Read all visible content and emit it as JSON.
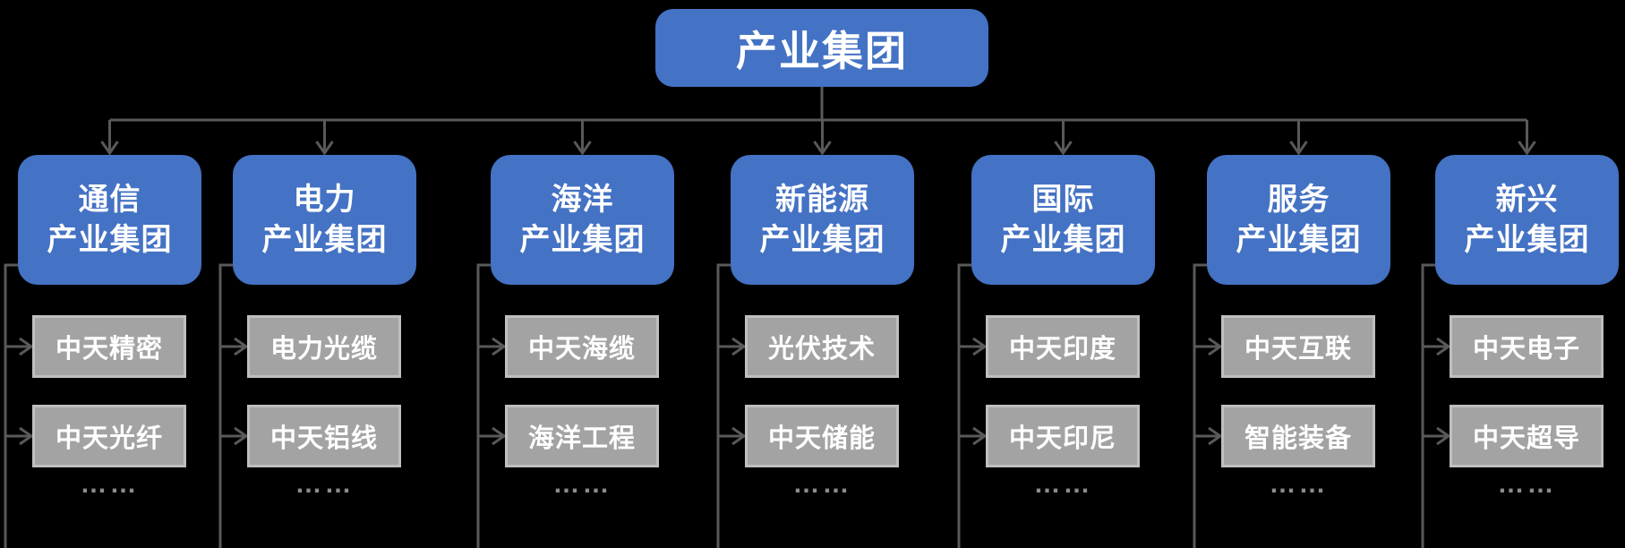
{
  "colors": {
    "background": "#000000",
    "node_blue": "#4472C4",
    "node_gray": "#A3A3A3",
    "node_gray_border": "#BFBFBF",
    "connector": "#595959",
    "text": "#FFFFFF",
    "dots": "#8C8C8C"
  },
  "root": {
    "label": "产业集团"
  },
  "groups": [
    {
      "line1": "通信",
      "line2": "产业集团",
      "children": [
        "中天精密",
        "中天光纤"
      ],
      "ellipsis": "……"
    },
    {
      "line1": "电力",
      "line2": "产业集团",
      "children": [
        "电力光缆",
        "中天铝线"
      ],
      "ellipsis": "……"
    },
    {
      "line1": "海洋",
      "line2": "产业集团",
      "children": [
        "中天海缆",
        "海洋工程"
      ],
      "ellipsis": "……"
    },
    {
      "line1": "新能源",
      "line2": "产业集团",
      "children": [
        "光伏技术",
        "中天储能"
      ],
      "ellipsis": "……"
    },
    {
      "line1": "国际",
      "line2": "产业集团",
      "children": [
        "中天印度",
        "中天印尼"
      ],
      "ellipsis": "……"
    },
    {
      "line1": "服务",
      "line2": "产业集团",
      "children": [
        "中天互联",
        "智能装备"
      ],
      "ellipsis": "……"
    },
    {
      "line1": "新兴",
      "line2": "产业集团",
      "children": [
        "中天电子",
        "中天超导"
      ],
      "ellipsis": "……"
    }
  ]
}
